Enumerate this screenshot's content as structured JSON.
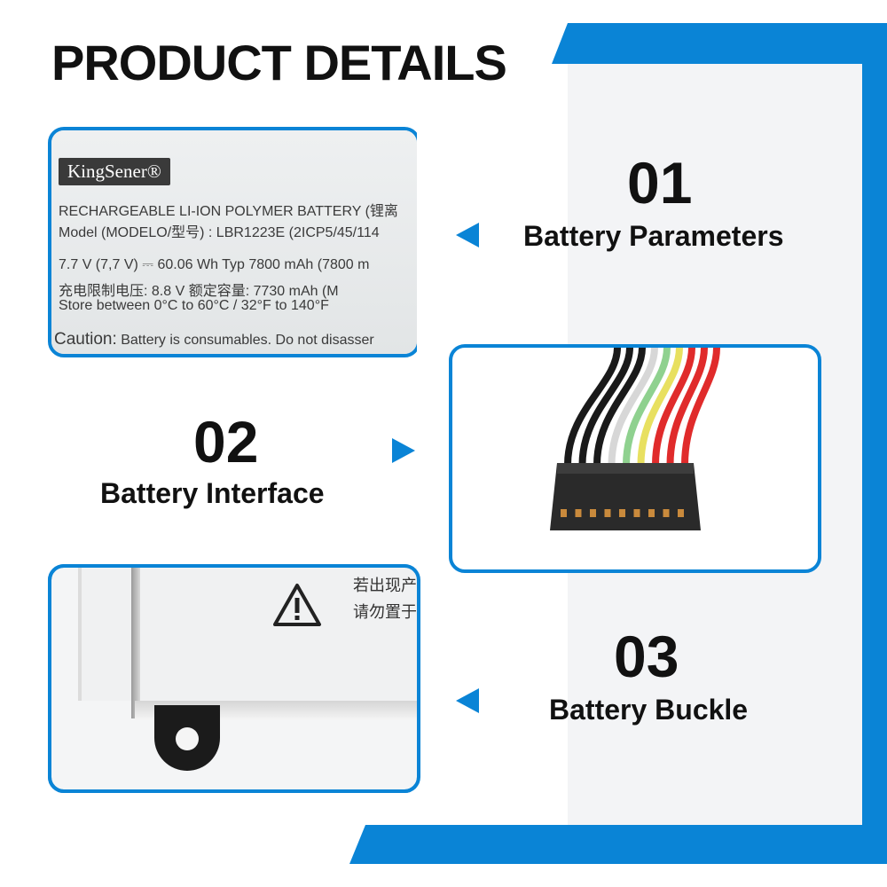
{
  "title": "PRODUCT DETAILS",
  "sections": [
    {
      "number": "01",
      "label": "Battery Parameters"
    },
    {
      "number": "02",
      "label": "Battery Interface"
    },
    {
      "number": "03",
      "label": "Battery Buckle"
    }
  ],
  "battery_label": {
    "brand": "KingSener®",
    "line1": "RECHARGEABLE LI-ION  POLYMER BATTERY (锂离",
    "line2": "Model (MODELO/型号) : LBR1223E  (2ICP5/45/114",
    "line3": "7.7 V (7,7 V) ⎓ 60.06 Wh  Typ 7800 mAh (7800 m",
    "line4": "充电限制电压:  8.8 V     额定容量:  7730 mAh (M",
    "line5": "Store between  0°C to 60°C / 32°F to 140°F",
    "caution_word": "Caution:",
    "caution_rest": " Battery is consumables. Do not disasser"
  },
  "buckle_text": {
    "line1": "若出现产",
    "line2": "请勿置于"
  },
  "wire_colors": [
    "#1a1a1a",
    "#1a1a1a",
    "#1a1a1a",
    "#d7d7d7",
    "#8fd18f",
    "#e8e060",
    "#e02b2b",
    "#e02b2b",
    "#e02b2b"
  ],
  "accent_color": "#0a84d6"
}
